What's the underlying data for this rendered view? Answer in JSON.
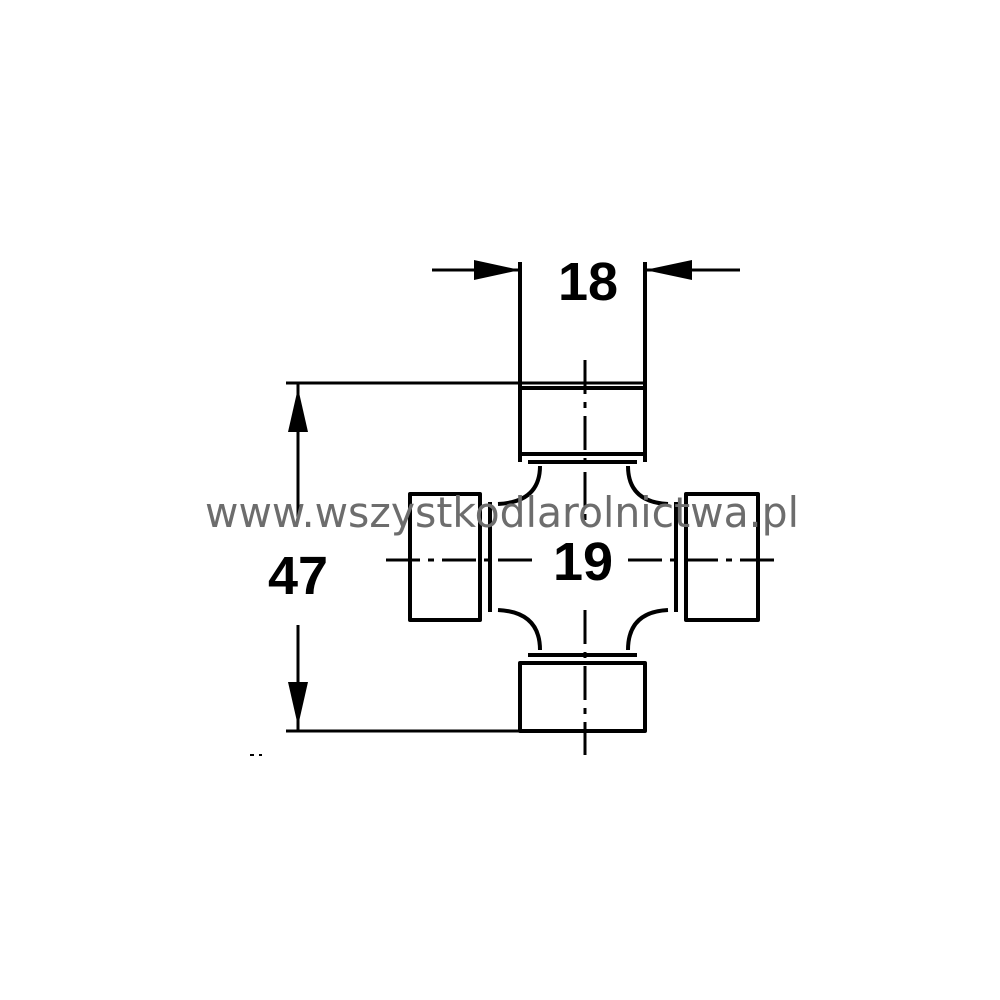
{
  "dimensions": {
    "cap_width": "18",
    "cross_span": "47",
    "trunnion_diameter": "19"
  },
  "watermark": "www.wszystkodlarolnictwa.pl",
  "colors": {
    "ink": "#000000",
    "watermark": "#6d6d6d",
    "background": "#ffffff"
  }
}
